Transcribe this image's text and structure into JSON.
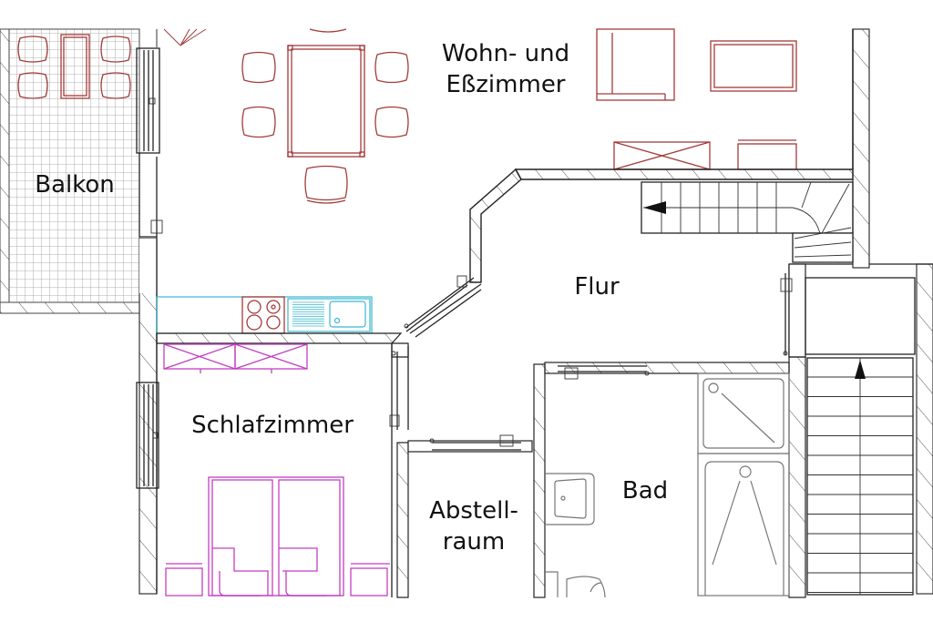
{
  "plan": {
    "title": "Grundriss",
    "rooms": [
      {
        "id": "wohn",
        "label_line1": "Wohn- und",
        "label_line2": "Eßzimmer"
      },
      {
        "id": "balkon",
        "label": "Balkon"
      },
      {
        "id": "flur",
        "label": "Flur"
      },
      {
        "id": "schlaf",
        "label": "Schlafzimmer"
      },
      {
        "id": "abstell",
        "label_line1": "Abstell-",
        "label_line2": "raum"
      },
      {
        "id": "bad",
        "label": "Bad"
      }
    ],
    "colors": {
      "walls": "#222222",
      "living_furniture": "#a33a3a",
      "bedroom_furniture": "#c23ec2",
      "kitchen_counter": "#39b8cf",
      "sanitary": "#777777",
      "tile_grid": "#888888"
    },
    "icons": {
      "stair_arrow_upper": "arrow-left-icon",
      "stair_arrow_right": "arrow-up-icon"
    }
  }
}
